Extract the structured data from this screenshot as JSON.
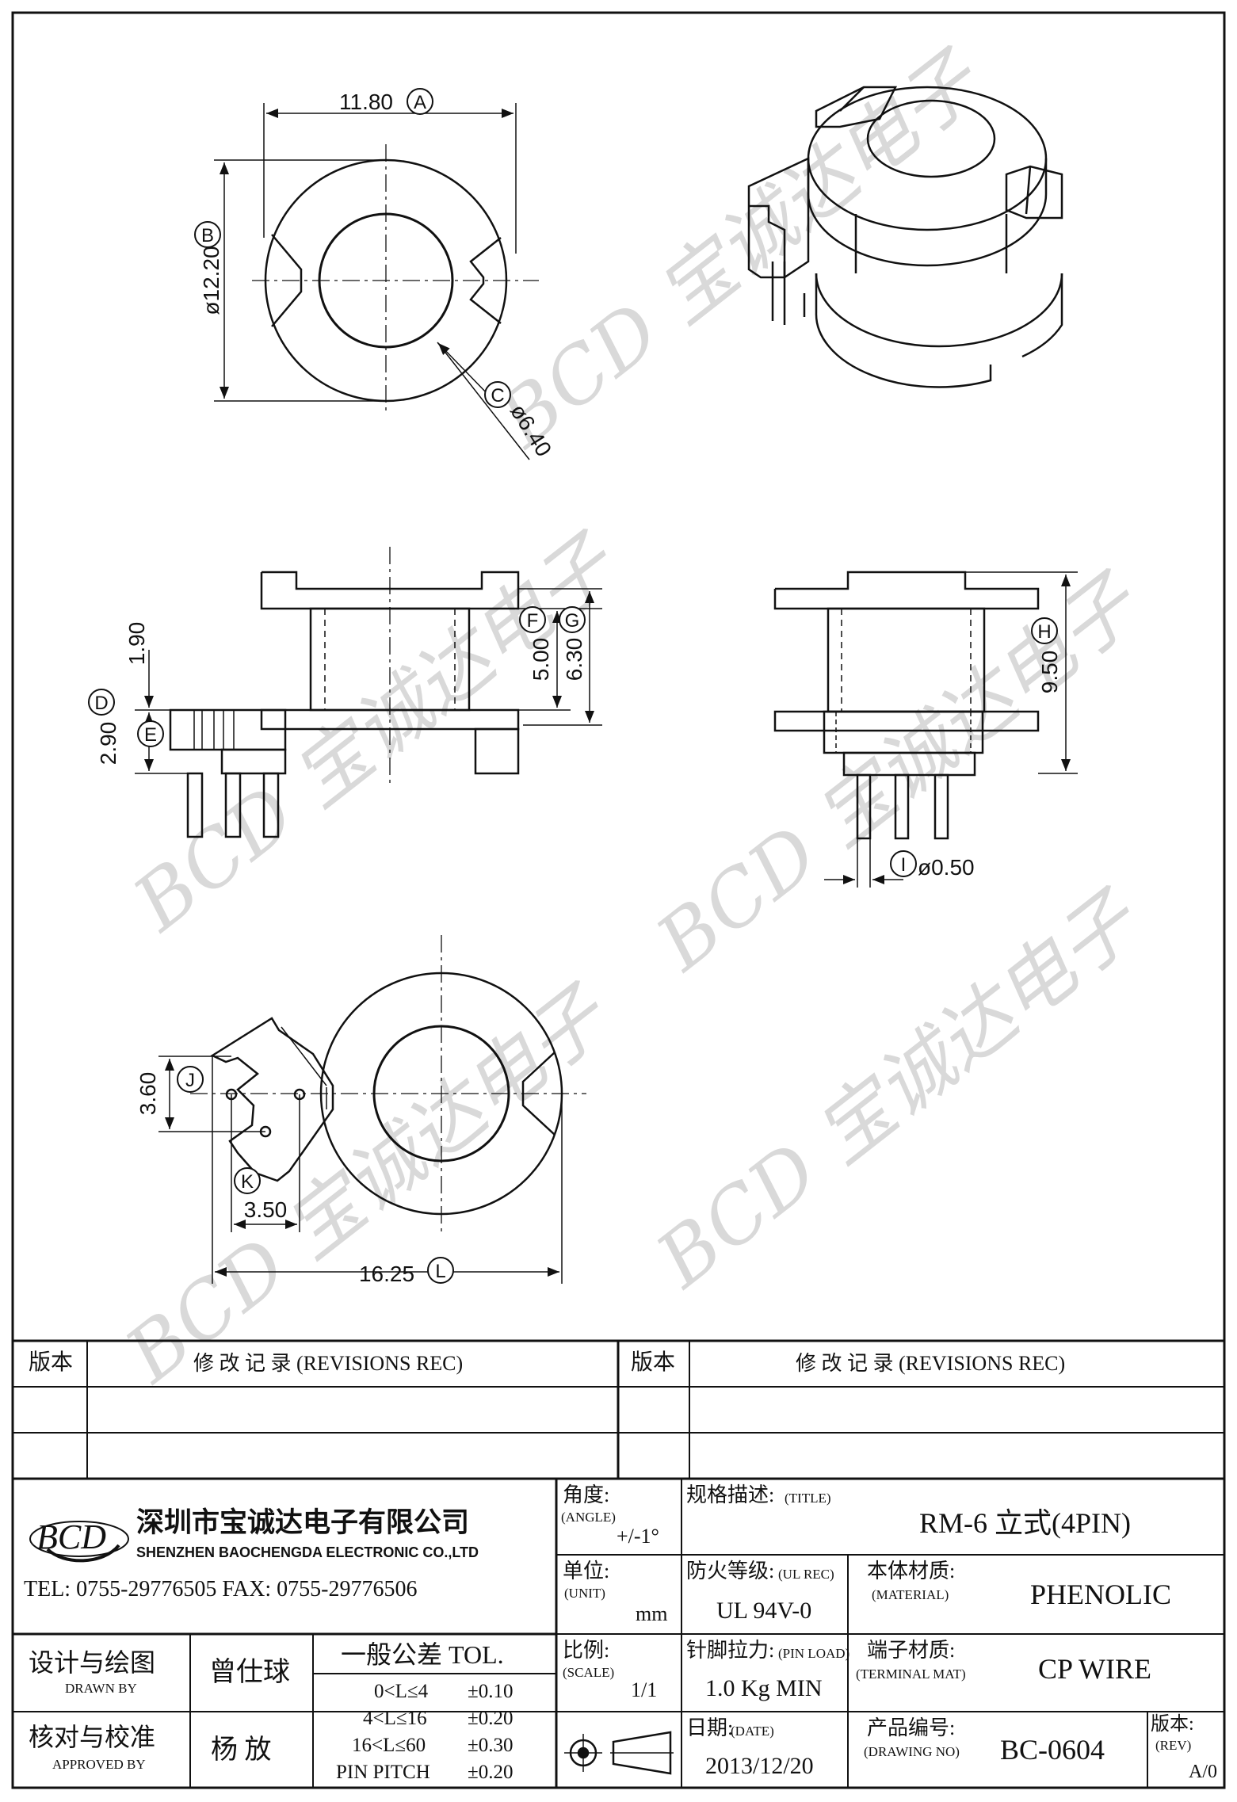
{
  "watermark": {
    "text": "BCD 宝诚达电子"
  },
  "dimensions": {
    "A": {
      "value": "11.80",
      "letter": "A"
    },
    "B": {
      "value": "ø12.20",
      "letter": "B"
    },
    "C": {
      "value": "ø6.40",
      "letter": "C"
    },
    "D": {
      "value": "2.90",
      "letter": "D"
    },
    "D2": {
      "value": "1.90"
    },
    "E": {
      "letter": "E"
    },
    "F": {
      "value": "5.00",
      "letter": "F"
    },
    "G": {
      "value": "6.30",
      "letter": "G"
    },
    "H": {
      "value": "9.50",
      "letter": "H"
    },
    "I": {
      "value": "ø0.50",
      "letter": "I"
    },
    "J": {
      "value": "3.60",
      "letter": "J"
    },
    "K": {
      "value": "3.50",
      "letter": "K"
    },
    "L": {
      "value": "16.25",
      "letter": "L"
    }
  },
  "revisions": {
    "left_header": {
      "ver": "版本",
      "title": "修  改  记  录  (REVISIONS REC)"
    },
    "right_header": {
      "ver": "版本",
      "title": "修  改  记  录  (REVISIONS REC)"
    }
  },
  "company": {
    "logo": "BCD",
    "name_cn": "深圳市宝诚达电子有限公司",
    "name_en": "SHENZHEN BAOCHENGDA ELECTRONIC CO.,LTD",
    "tel_fax": "TEL: 0755-29776505  FAX: 0755-29776506"
  },
  "angle": {
    "label": "角度:",
    "label_en": "(ANGLE)",
    "value": "+/-1°"
  },
  "unit": {
    "label": "单位:",
    "label_en": "(UNIT)",
    "value": "mm"
  },
  "scale": {
    "label": "比例:",
    "label_en": "(SCALE)",
    "value": "1/1"
  },
  "title": {
    "label": "规格描述:",
    "label_en": "(TITLE)",
    "value": "RM-6 立式(4PIN)"
  },
  "ul_rec": {
    "label": "防火等级:",
    "label_en": "(UL REC)",
    "value": "UL 94V-0"
  },
  "material": {
    "label": "本体材质:",
    "label_en": "(MATERIAL)",
    "value": "PHENOLIC"
  },
  "pin_load": {
    "label": "针脚拉力:",
    "label_en": "(PIN LOAD)",
    "value": "1.0 Kg MIN"
  },
  "terminal": {
    "label": "端子材质:",
    "label_en": "(TERMINAL MAT)",
    "value": "CP WIRE"
  },
  "date": {
    "label": "日期:",
    "label_en": "(DATE)",
    "value": "2013/12/20"
  },
  "drawing_no": {
    "label": "产品编号:",
    "label_en": "(DRAWING NO)",
    "value": "BC-0604"
  },
  "rev": {
    "label": "版本:",
    "label_en": "(REV)",
    "value": "A/0"
  },
  "drawn": {
    "label": "设计与绘图",
    "label_en": "DRAWN BY",
    "value": "曾仕球"
  },
  "approved": {
    "label": "核对与校准",
    "label_en": "APPROVED BY",
    "value": "杨  放"
  },
  "tolerance": {
    "header": "一般公差 TOL.",
    "rows": [
      {
        "range": "0<L≤4",
        "tol": "±0.10"
      },
      {
        "range": "4<L≤16",
        "tol": "±0.20"
      },
      {
        "range": "16<L≤60",
        "tol": "±0.30"
      },
      {
        "range": "PIN PITCH",
        "tol": "±0.20"
      }
    ]
  }
}
